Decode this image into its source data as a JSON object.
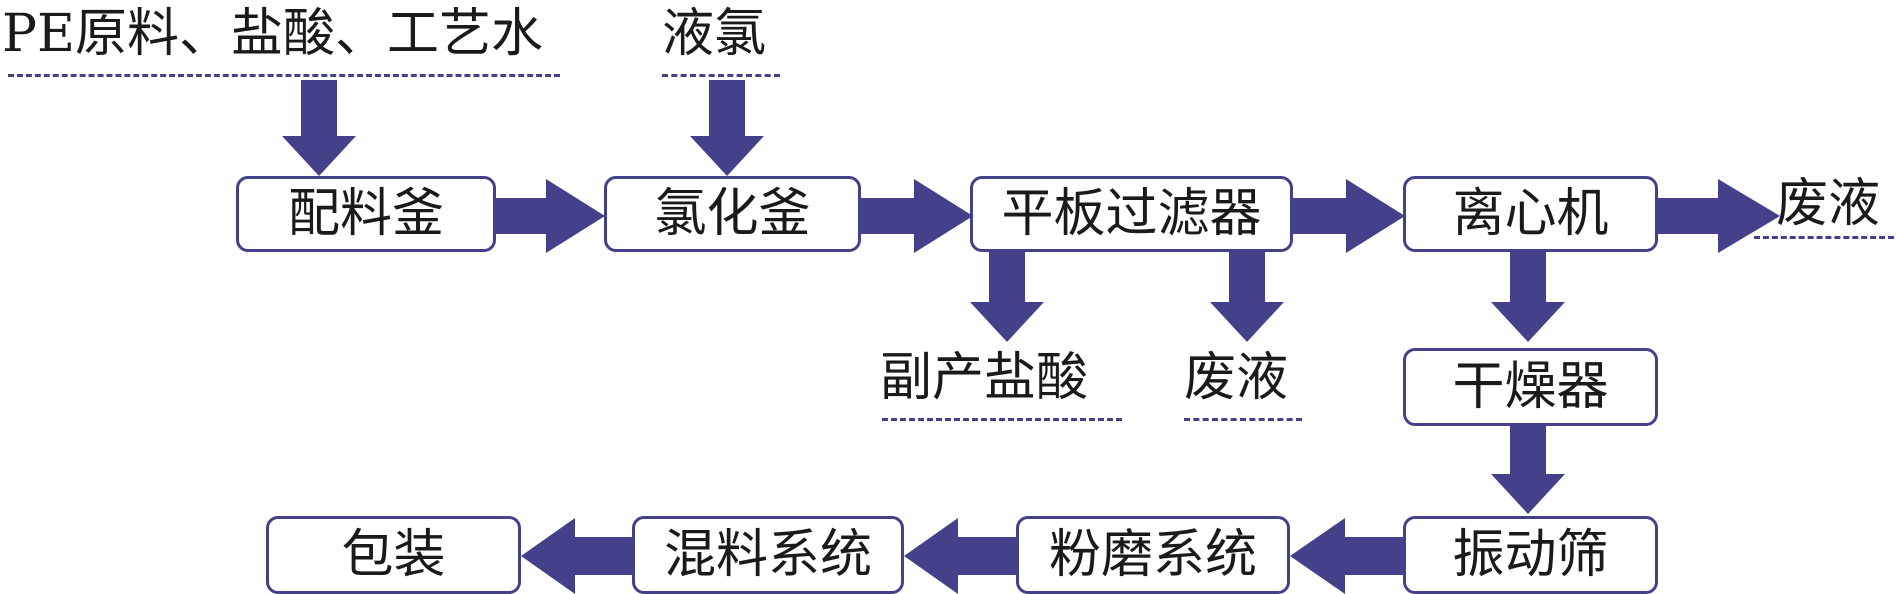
{
  "colors": {
    "arrow": "#44418a",
    "border": "#44418a",
    "text": "#1a1a1a"
  },
  "inputs": {
    "raw_materials": "PE原料、盐酸、工艺水",
    "liquid_chlorine": "液氯"
  },
  "steps": {
    "mixing_kettle": "配料釜",
    "chlorination_kettle": "氯化釜",
    "plate_filter": "平板过滤器",
    "centrifuge": "离心机",
    "dryer": "干燥器",
    "vibrating_screen": "振动筛",
    "grinding_system": "粉磨系统",
    "blending_system": "混料系统",
    "packaging": "包装"
  },
  "outputs": {
    "waste_liquid_centrifuge": "废液",
    "byproduct_hcl": "副产盐酸",
    "waste_liquid_filter": "废液"
  }
}
